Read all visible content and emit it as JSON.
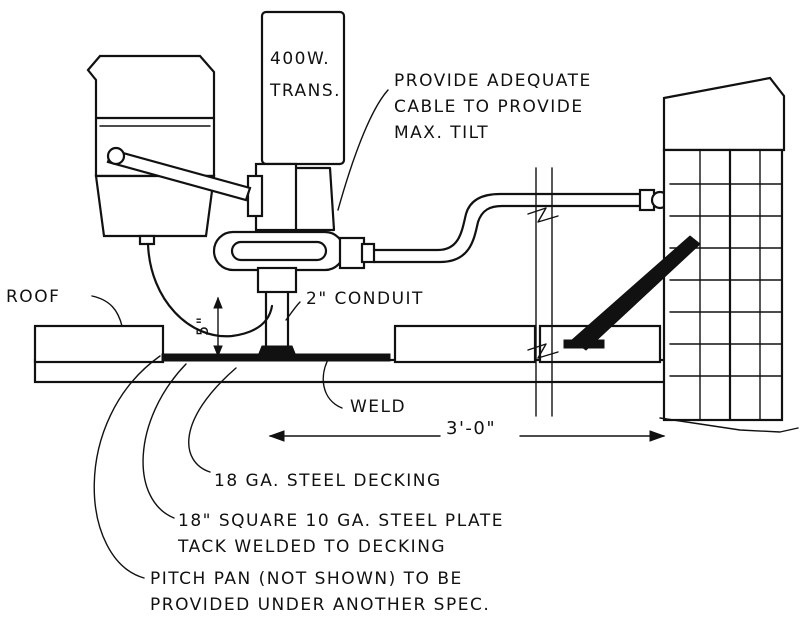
{
  "labels": {
    "transformer_line1": "400W.",
    "transformer_line2": "TRANS.",
    "cable_note_line1": "PROVIDE ADEQUATE",
    "cable_note_line2": "CABLE TO PROVIDE",
    "cable_note_line3": "MAX. TILT",
    "roof": "ROOF",
    "height_dim": "5\"",
    "conduit": "2\" CONDUIT",
    "weld": "WELD",
    "span_dim": "3'-0\"",
    "decking": "18 GA. STEEL DECKING",
    "plate_line1": "18\" SQUARE 10 GA. STEEL PLATE",
    "plate_line2": "TACK WELDED TO DECKING",
    "pitch_pan_line1": "PITCH PAN (NOT SHOWN) TO BE",
    "pitch_pan_line2": "PROVIDED UNDER ANOTHER SPEC."
  },
  "colors": {
    "ink": "#111111",
    "paper": "#ffffff"
  }
}
